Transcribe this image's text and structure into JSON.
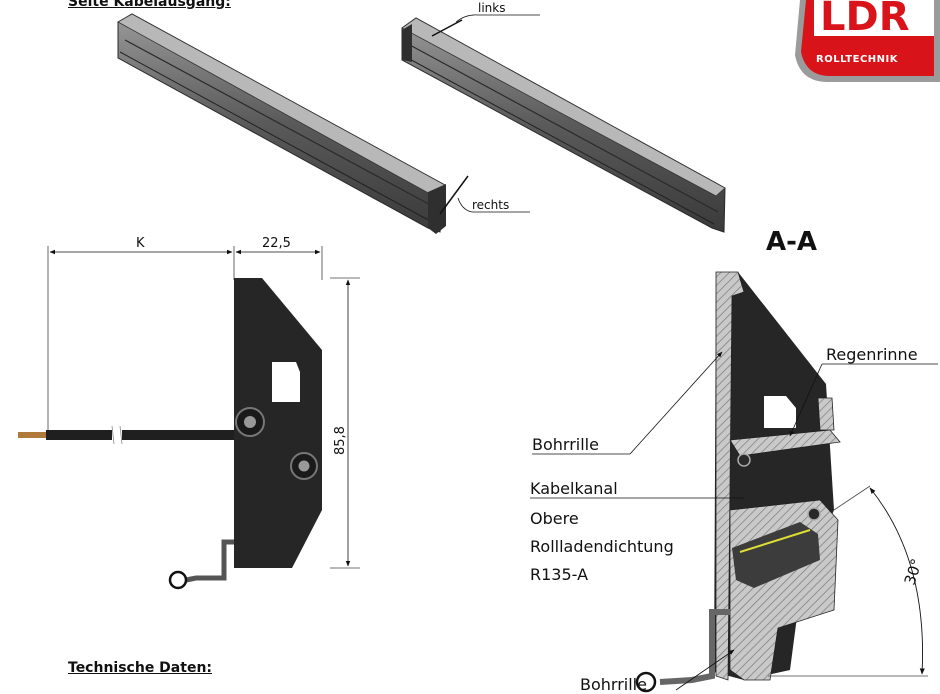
{
  "headings": {
    "top": "Seite Kabelausgang:",
    "bottom": "Technische Daten:"
  },
  "logo": {
    "letters": "LDR",
    "text": "ROLLTECHNIK",
    "color": "#d9131a"
  },
  "iso_views": {
    "left_label": "rechts",
    "right_label": "links"
  },
  "front_view": {
    "dim_k": "K",
    "dim_width": "22,5",
    "dim_height": "85,8"
  },
  "section": {
    "title": "A-A",
    "angle": "30°",
    "callouts": {
      "regenrinne": "Regenrinne",
      "bohrrille_top": "Bohrrille",
      "kabelkanal": "Kabelkanal",
      "seal_line1": "Obere",
      "seal_line2": "Rollladendichtung",
      "seal_line3": "R135-A",
      "bohrrille_bottom": "Bohrrille"
    }
  },
  "colors": {
    "profile_dark": "#262626",
    "profile_grey": "#8e8e8e",
    "hatch": "#b5b5b5"
  }
}
